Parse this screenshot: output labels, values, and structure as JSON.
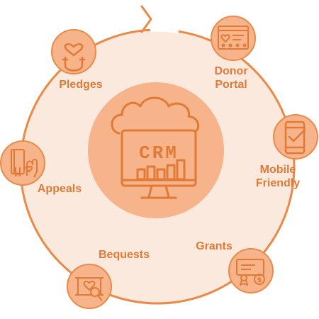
{
  "center": {
    "badge_text": "CRM",
    "icon": "cloud-computer-icon"
  },
  "colors": {
    "accent": "#e98a48",
    "light_fill": "#fce9de",
    "mid_fill": "#f7b48b",
    "icon_stroke": "#e07a36"
  },
  "nodes": [
    {
      "id": "pledges",
      "label": "Pledges",
      "icon": "heart-magnet-icon"
    },
    {
      "id": "donor-portal",
      "label_line1": "Donor",
      "label_line2": "Portal",
      "icon": "web-portal-icon"
    },
    {
      "id": "mobile-friendly",
      "label_line1": "Mobile",
      "label_line2": "Friendly",
      "icon": "smartphone-check-icon"
    },
    {
      "id": "grants",
      "label": "Grants",
      "icon": "certificate-money-icon"
    },
    {
      "id": "bequests",
      "label": "Bequests",
      "icon": "will-scroll-icon"
    },
    {
      "id": "appeals",
      "label": "Appeals",
      "icon": "book-hand-icon"
    }
  ]
}
